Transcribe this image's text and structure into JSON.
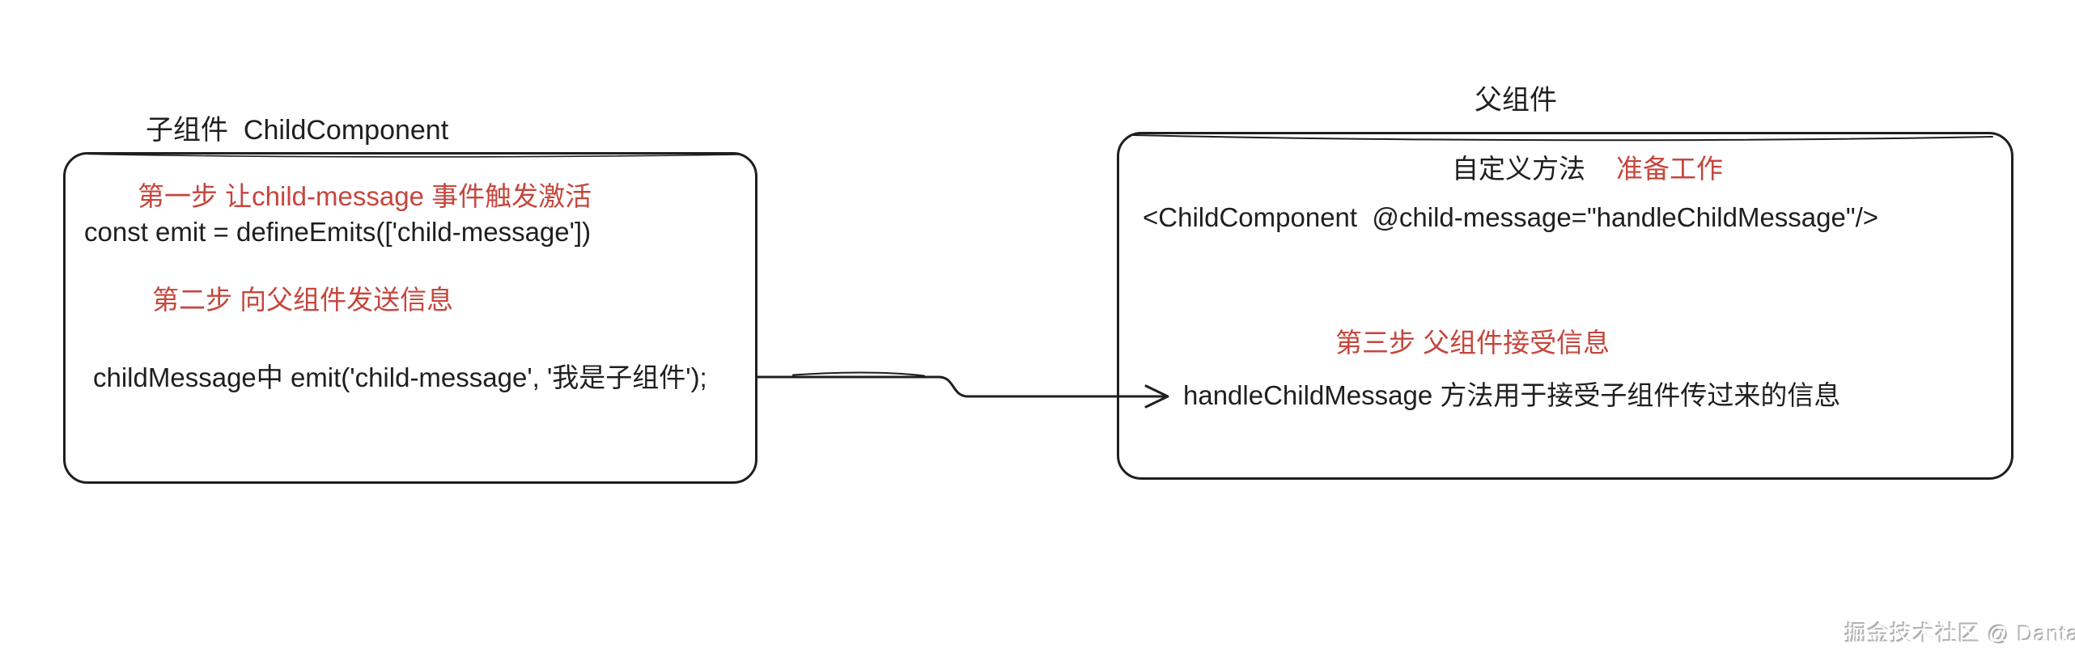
{
  "colors": {
    "ink": "#1f1f1f",
    "red": "#c5463d",
    "background": "#ffffff",
    "watermark_shadow": "#b3b3b3"
  },
  "child_box": {
    "title": "子组件  ChildComponent",
    "step1_label": "第一步 让child-message 事件触发激活",
    "code1": "const emit = defineEmits(['child-message'])",
    "step2_label": "第二步 向父组件发送信息",
    "code2": "childMessage中 emit('child-message', '我是子组件');"
  },
  "parent_box": {
    "title": "父组件",
    "method_label": "自定义方法",
    "prep_label": "准备工作",
    "code1": "<ChildComponent  @child-message=\"handleChildMessage\"/>",
    "step3_label": "第三步 父组件接受信息",
    "handler_note": "handleChildMessage 方法用于接受子组件传过来的信息"
  },
  "connector": {
    "meaning": "emit('child-message') flows from child component to parent handler"
  },
  "watermark": {
    "text": "掘金技术社区 @ Danta"
  }
}
